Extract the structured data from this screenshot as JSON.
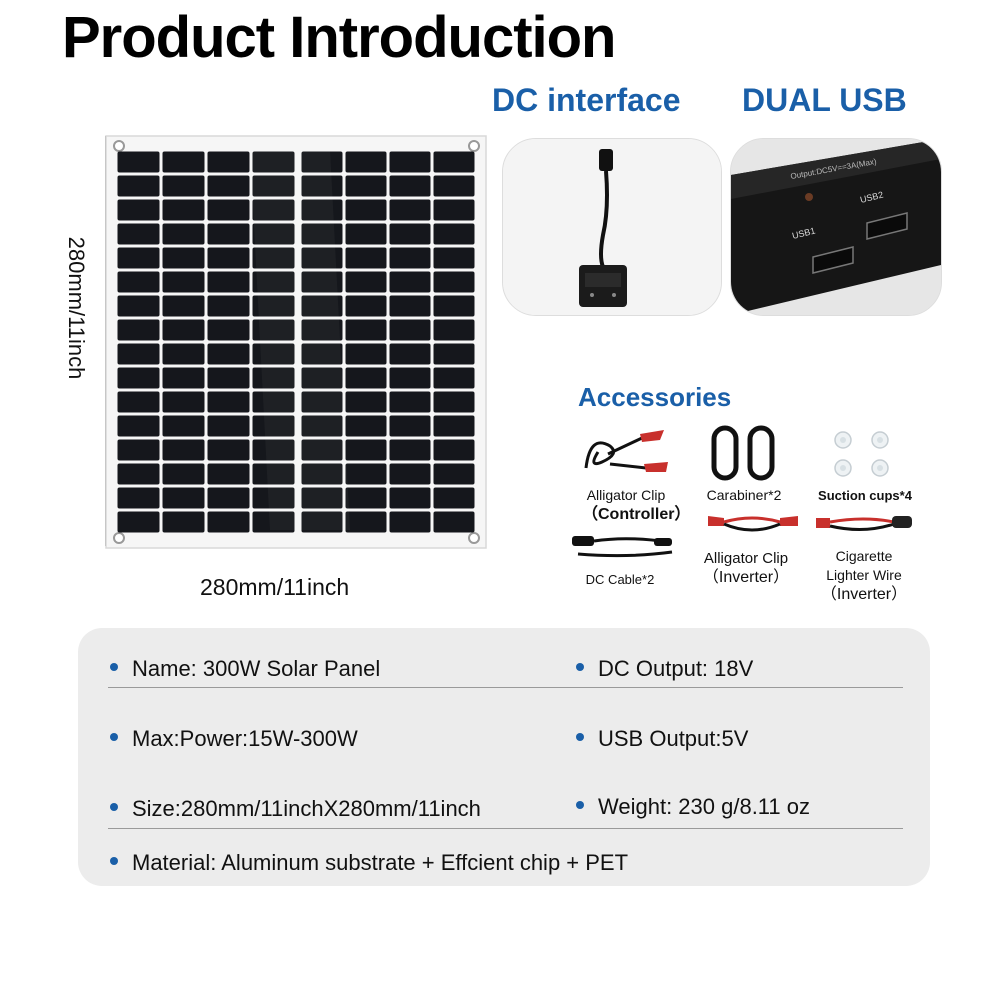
{
  "title": "Product Introduction",
  "features": {
    "dc_title": "DC interface",
    "usb_title": "DUAL USB",
    "usb_labels": [
      "USB1",
      "USB2"
    ],
    "usb_output_text": "Output:DC5V==3A(Max)"
  },
  "dimensions": {
    "height_label": "280mm/11inch",
    "width_label": "280mm/11inch"
  },
  "accessories": {
    "title": "Accessories",
    "items": [
      {
        "name": "Alligator Clip",
        "detail": "（Controller）"
      },
      {
        "name": "Carabiner*2",
        "detail": ""
      },
      {
        "name": "Suction cups*4",
        "detail": ""
      },
      {
        "name": "DC Cable*2",
        "detail": ""
      },
      {
        "name": "Alligator Clip",
        "detail": "（Inverter）"
      },
      {
        "name": "Cigarette",
        "name2": "Lighter Wire",
        "detail": "（Inverter）"
      }
    ]
  },
  "specs": {
    "name": "Name: 300W Solar Panel",
    "dc_output": "DC Output: 18V",
    "max_power": "Max:Power:15W-300W",
    "usb_output": "USB Output:5V",
    "size": "Size:280mm/11inchX280mm/11inch",
    "weight": "Weight: 230 g/8.11 oz",
    "material": "Material: Aluminum substrate + Effcient chip + PET"
  },
  "colors": {
    "accent_blue": "#1a5fa8",
    "panel_cell": "#15171c",
    "spec_background": "#ececec"
  }
}
